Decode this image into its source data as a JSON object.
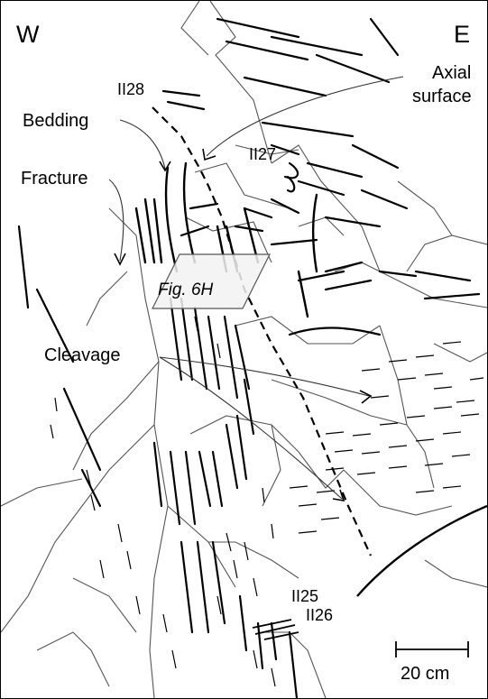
{
  "orientation": {
    "west": "W",
    "east": "E"
  },
  "labels": {
    "axial_surface_line1": "Axial",
    "axial_surface_line2": "surface",
    "bedding": "Bedding",
    "fracture": "Fracture",
    "cleavage": "Cleavage",
    "fig_ref": "Fig. 6H"
  },
  "stations": [
    "II28",
    "II27",
    "II25",
    "II26"
  ],
  "scale_bar": {
    "label": "20 cm"
  },
  "colors": {
    "line": "#000000",
    "fracture_line": "#555555",
    "inset_fill": "#f2f2f2"
  }
}
